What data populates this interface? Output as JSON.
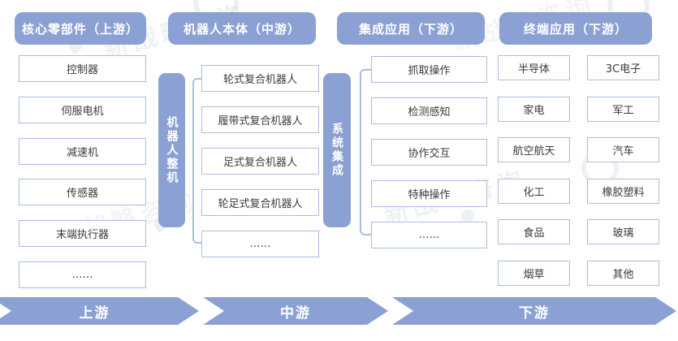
{
  "headers": [
    "核心零部件（上游）",
    "机器人本体（中游）",
    "集成应用（下游）",
    "终端应用（下游）"
  ],
  "columns": {
    "core_components": {
      "items": [
        "控制器",
        "伺服电机",
        "减速机",
        "传感器",
        "末端执行器",
        "……"
      ]
    },
    "robot_body": {
      "bar_label": "机器人整机",
      "items": [
        "轮式复合机器人",
        "履带式复合机器人",
        "足式复合机器人",
        "轮足式复合机器人",
        "……"
      ]
    },
    "integration": {
      "bar_label": "系统集成",
      "items": [
        "抓取操作",
        "检测感知",
        "协作交互",
        "特种操作",
        "……"
      ]
    },
    "end_applications": {
      "left_items": [
        "半导体",
        "家电",
        "航空航天",
        "化工",
        "食品",
        "烟草"
      ],
      "right_items": [
        "3C电子",
        "军工",
        "汽车",
        "橡胶塑料",
        "玻璃",
        "其他"
      ]
    }
  },
  "flow": [
    "上游",
    "中游",
    "下游"
  ],
  "watermark": {
    "text": "新战略咨询"
  },
  "colors": {
    "primary_blue": "#8ba1d4",
    "box_border": "#a9bde0",
    "box_text": "#3a3a3a"
  }
}
